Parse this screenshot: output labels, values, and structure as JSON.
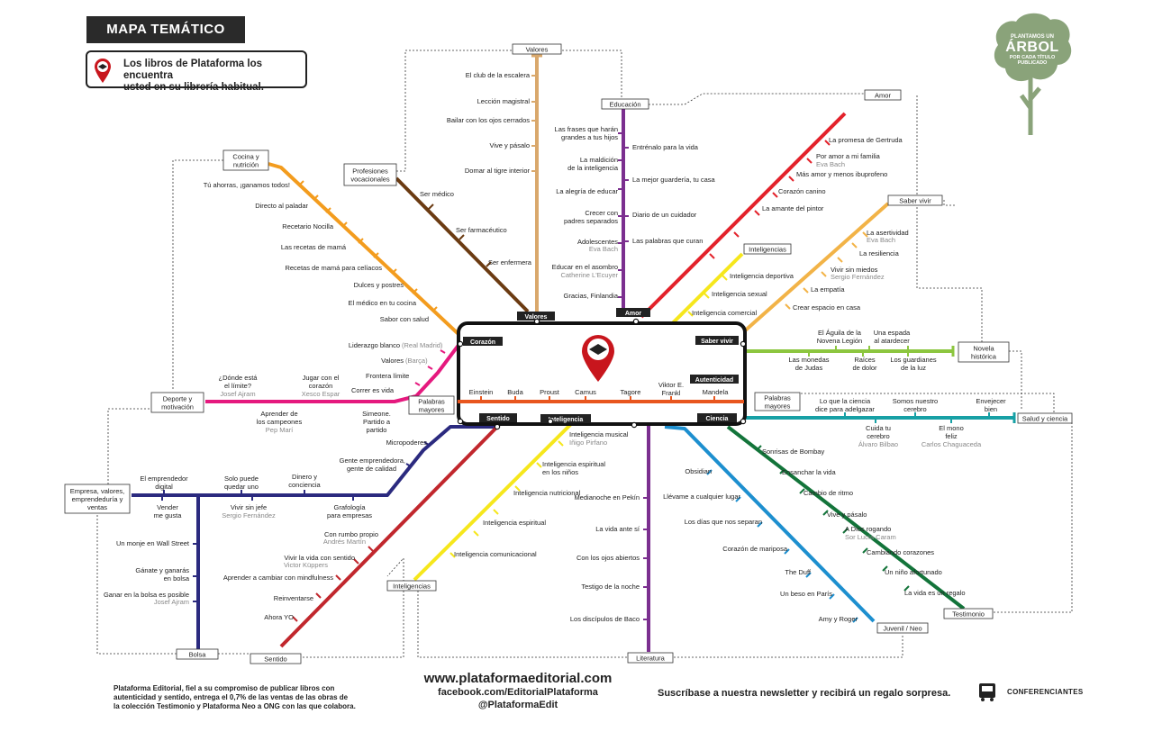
{
  "header": {
    "title": "MAPA TEMÁTICO"
  },
  "note": {
    "line1": "Los libros de Plataforma los encuentra",
    "line2": "usted en su librería habitual."
  },
  "badge": {
    "line1": "PLANTAMOS UN",
    "line2": "ÁRBOL",
    "line3": "POR CADA TÍTULO",
    "line4": "PUBLICADO"
  },
  "footer": {
    "left1": "Plataforma Editorial, fiel a su compromiso de publicar libros con",
    "left2": "autenticidad y sentido, entrega el 0,7% de las ventas de las obras de",
    "left3": "la colección Testimonio y Plataforma Neo a ONG con las que colabora.",
    "web": "www.plataformaeditorial.com",
    "facebook": "facebook.com/EditorialPlataforma",
    "twitter": "@PlataformaEdit",
    "newsletter": "Suscríbase a nuestra newsletter y recibirá un regalo sorpresa.",
    "conferenciantes": "CONFERENCIANTES"
  },
  "colors": {
    "orange": "#f39c1e",
    "brown": "#6b3b12",
    "tan": "#d9a86c",
    "purple": "#7b2f8f",
    "red": "#e3222b",
    "yellow": "#f6e71c",
    "gold": "#f2b347",
    "green": "#8cc63f",
    "orangered": "#e8561e",
    "teal": "#17a0a5",
    "navy": "#2b2a7f",
    "crimson": "#c1272d",
    "magenta": "#e5197e",
    "blue": "#1d8fcf",
    "darkgreen": "#13743a"
  },
  "central": {
    "Corazon": "Corazón",
    "Valores": "Valores",
    "Amor": "Amor",
    "SaberVivir": "Saber vivir",
    "Autenticidad": "Autenticidad",
    "Sentido": "Sentido",
    "Inteligencia": "Inteligencia",
    "Ciencia": "Ciencia",
    "stations": [
      "Einstein",
      "Buda",
      "Proust",
      "Camus",
      "Tagore",
      "Viktor E.",
      "Frankl",
      "Mandela"
    ]
  },
  "terminals": {
    "valores": "Valores",
    "educacion": "Educación",
    "amor": "Amor",
    "saber_vivir": "Saber vivir",
    "inteligencias_top": "Inteligencias",
    "cocina1": "Cocina y",
    "cocina2": "nutrición",
    "prof1": "Profesiones",
    "prof2": "vocacionales",
    "novela1": "Novela",
    "novela2": "histórica",
    "palabras_right1": "Palabras",
    "palabras_right2": "mayores",
    "palabras_left1": "Palabras",
    "palabras_left2": "mayores",
    "deporte1": "Deporte y",
    "deporte2": "motivación",
    "salud": "Salud y ciencia",
    "emp1": "Empresa, valores,",
    "emp2": "emprendeduría y",
    "emp3": "ventas",
    "bolsa": "Bolsa",
    "sentido": "Sentido",
    "inteligencias_bottom": "Inteligencias",
    "literatura": "Literatura",
    "juvenil": "Juvenil / Neo",
    "testimonio": "Testimonio"
  },
  "labels": {
    "cocina": [
      "Tú ahorras, ¡ganamos todos!",
      "Directo al paladar",
      "Recetario Nocilla",
      "Las recetas de mamá",
      "Recetas de mamá para celíacos",
      "Dulces y postres",
      "El médico en tu cocina",
      "Sabor con salud"
    ],
    "profesiones": [
      "Ser médico",
      "Ser farmacéutico",
      "Ser enfermera"
    ],
    "valores": [
      "El club de la escalera",
      "Lección magistral",
      "Bailar con los ojos cerrados",
      "Vive y pásalo",
      "Domar al tigre interior"
    ],
    "educacion_left": [
      "Las frases que harán",
      "grandes a tus hijos",
      "La maldición",
      "de la inteligencia",
      "La alegría de educar",
      "Crecer con",
      "padres separados",
      "Adolescentes",
      "Educar en el asombro",
      "Gracias, Finlandia"
    ],
    "educacion_left_authors": [
      "Eva Bach",
      "Catherine L'Ecuyer"
    ],
    "educacion_right": [
      "Entrénalo para la vida",
      "La mejor guardería, tu casa",
      "Diario de un cuidador",
      "Las palabras que curan"
    ],
    "amor": [
      "La promesa de Gertruda",
      "Por amor a mi familia",
      "Más amor y menos ibuprofeno",
      "Corazón canino",
      "La amante del pintor"
    ],
    "amor_author": "Eva Bach",
    "saber": [
      "La asertividad",
      "La resiliencia",
      "Vivir sin miedos",
      "La empatía",
      "Crear espacio en casa"
    ],
    "saber_authors": [
      "Eva Bach",
      "Sergio Fernández"
    ],
    "intel_top": [
      "Inteligencia deportiva",
      "Inteligencia sexual",
      "Inteligencia comercial"
    ],
    "novela_top": [
      "El Águila de la",
      "Novena Legión",
      "Una espada",
      "al atardecer"
    ],
    "novela_bottom": [
      "Las monedas",
      "de Judas",
      "Raíces",
      "de dolor",
      "Los guardianes",
      "de la luz"
    ],
    "salud_top": [
      "Lo que la ciencia",
      "dice para adelgazar",
      "Somos nuestro",
      "cerebro",
      "Envejecer",
      "bien"
    ],
    "salud_bottom": [
      "Cuida tu",
      "cerebro",
      "El mono",
      "feliz"
    ],
    "salud_authors": [
      "Álvaro Bilbao",
      "Carlos Chaguaceda"
    ],
    "corazon": [
      "Liderazgo blanco",
      "Valores",
      "Frontera límite",
      "Correr es vida"
    ],
    "corazon_sub": [
      "(Real Madrid)",
      "(Barça)"
    ],
    "deporte_top": [
      "¿Dónde está",
      "el límite?",
      "Jugar con el",
      "corazón"
    ],
    "deporte_authors": [
      "Josef Ajram",
      "Xesco Espar",
      "Pep Marí"
    ],
    "deporte_bottom": [
      "Aprender de",
      "los campeones",
      "Simeone.",
      "Partido a",
      "partido"
    ],
    "sentido_navy": [
      "Micropoderes",
      "Gente emprendedora,",
      "gente de calidad"
    ],
    "empresa_top": [
      "El emprendedor",
      "digital",
      "Solo puede",
      "quedar uno",
      "Dinero y",
      "conciencia"
    ],
    "empresa_bottom": [
      "Vender",
      "me gusta",
      "Vivir sin jefe",
      "Grafología",
      "para empresas"
    ],
    "empresa_author": "Sergio Fernández",
    "bolsa": [
      "Un monje en Wall Street",
      "Gánate y ganarás",
      "en bolsa",
      "Ganar en la bolsa es posible"
    ],
    "bolsa_author": "Josef Ajram",
    "sentido_red": [
      "Con rumbo propio",
      "Vivir la vida con sentido",
      "Aprender a cambiar con mindfulness",
      "Reinventarse",
      "Ahora YO"
    ],
    "sentido_red_authors": [
      "Andrés Martín",
      "Victor Küppers"
    ],
    "intel_bottom": [
      "Inteligencia musical",
      "Inteligencia espiritual",
      "en los niños",
      "Inteligencia nutricional",
      "Inteligencia espiritual",
      "Inteligencia comunicacional"
    ],
    "intel_bottom_author": "Iñigo Pirfano",
    "literatura": [
      "Medianoche en Pekín",
      "La vida ante sí",
      "Con los ojos abiertos",
      "Testigo de la noche",
      "Los discípulos de Baco"
    ],
    "juvenil": [
      "Obsidian",
      "Llévame a cualquier lugar",
      "Los días que nos separan",
      "Corazón de mariposa",
      "The Duff",
      "Un beso en París",
      "Amy y Roger"
    ],
    "testimonio": [
      "Sonrisas de Bombay",
      "Ensanchar la vida",
      "Cambio de ritmo",
      "Vive y pásalo",
      "A Dios rogando",
      "Cambiando corazones",
      "Un niño afortunado",
      "La vida es un regalo"
    ],
    "testimonio_author": "Sor Lucía Caram"
  }
}
